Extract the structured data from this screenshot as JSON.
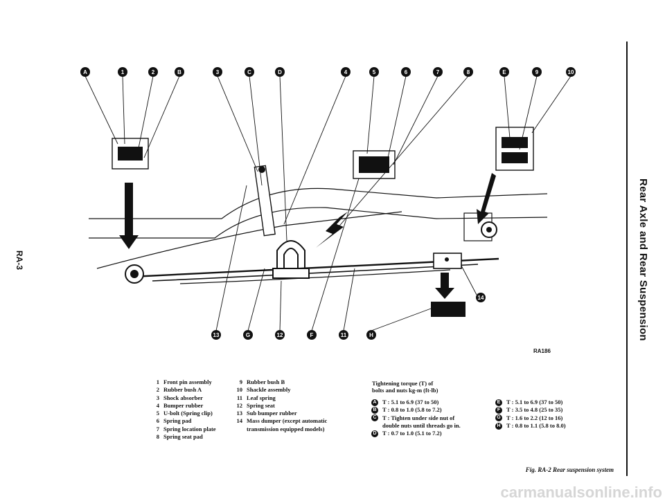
{
  "page": {
    "number": "RA-3",
    "section_title": "Rear Axle and Rear Suspension"
  },
  "figure": {
    "code": "RA186",
    "caption": "Fig. RA-2 Rear suspension system",
    "top_callouts": [
      "A",
      "1",
      "2",
      "B",
      "3",
      "C",
      "D",
      "4",
      "5",
      "6",
      "7",
      "8",
      "E",
      "9",
      "10"
    ],
    "bottom_callouts": [
      "13",
      "G",
      "12",
      "F",
      "11",
      "H"
    ],
    "side_callouts": [
      "14"
    ]
  },
  "parts_col1": [
    {
      "num": "1",
      "label": "Front pin assembly"
    },
    {
      "num": "2",
      "label": "Rubber bush A"
    },
    {
      "num": "3",
      "label": "Shock absorber"
    },
    {
      "num": "4",
      "label": "Bumper rubber"
    },
    {
      "num": "5",
      "label": "U-bolt (Spring clip)"
    },
    {
      "num": "6",
      "label": "Spring pad"
    },
    {
      "num": "7",
      "label": "Spring location plate"
    },
    {
      "num": "8",
      "label": "Spring seat pad"
    }
  ],
  "parts_col2": [
    {
      "num": "9",
      "label": "Rubber bush B"
    },
    {
      "num": "10",
      "label": "Shackle assembly"
    },
    {
      "num": "11",
      "label": "Leaf spring"
    },
    {
      "num": "12",
      "label": "Spring seat"
    },
    {
      "num": "13",
      "label": "Sub bumper rubber"
    },
    {
      "num": "14",
      "label": "Mass dumper (except automatic",
      "cont": "transmission equipped models)"
    }
  ],
  "torque": {
    "heading_line1": "Tightening torque (T) of",
    "heading_line2": "bolts and nuts  kg-m (ft-lb)",
    "left": [
      {
        "key": "A",
        "text": "T : 5.1 to 6.9 (37 to 50)"
      },
      {
        "key": "B",
        "text": "T : 0.8 to 1.0 (5.8 to 7.2)"
      },
      {
        "key": "C",
        "text": "T : Tighten under side nut of",
        "cont": "double nuts until threads go in."
      },
      {
        "key": "D",
        "text": "T : 0.7 to 1.0 (5.1 to 7.2)"
      }
    ],
    "right": [
      {
        "key": "E",
        "text": "T : 5.1 to 6.9 (37 to 50)"
      },
      {
        "key": "F",
        "text": "T : 3.5 to 4.8 (25 to 35)"
      },
      {
        "key": "G",
        "text": "T : 1.6 to 2.2 (12 to 16)"
      },
      {
        "key": "H",
        "text": "T : 0.8 to 1.1 (5.8 to 8.0)"
      }
    ]
  },
  "watermark": "carmanualsonline.info"
}
